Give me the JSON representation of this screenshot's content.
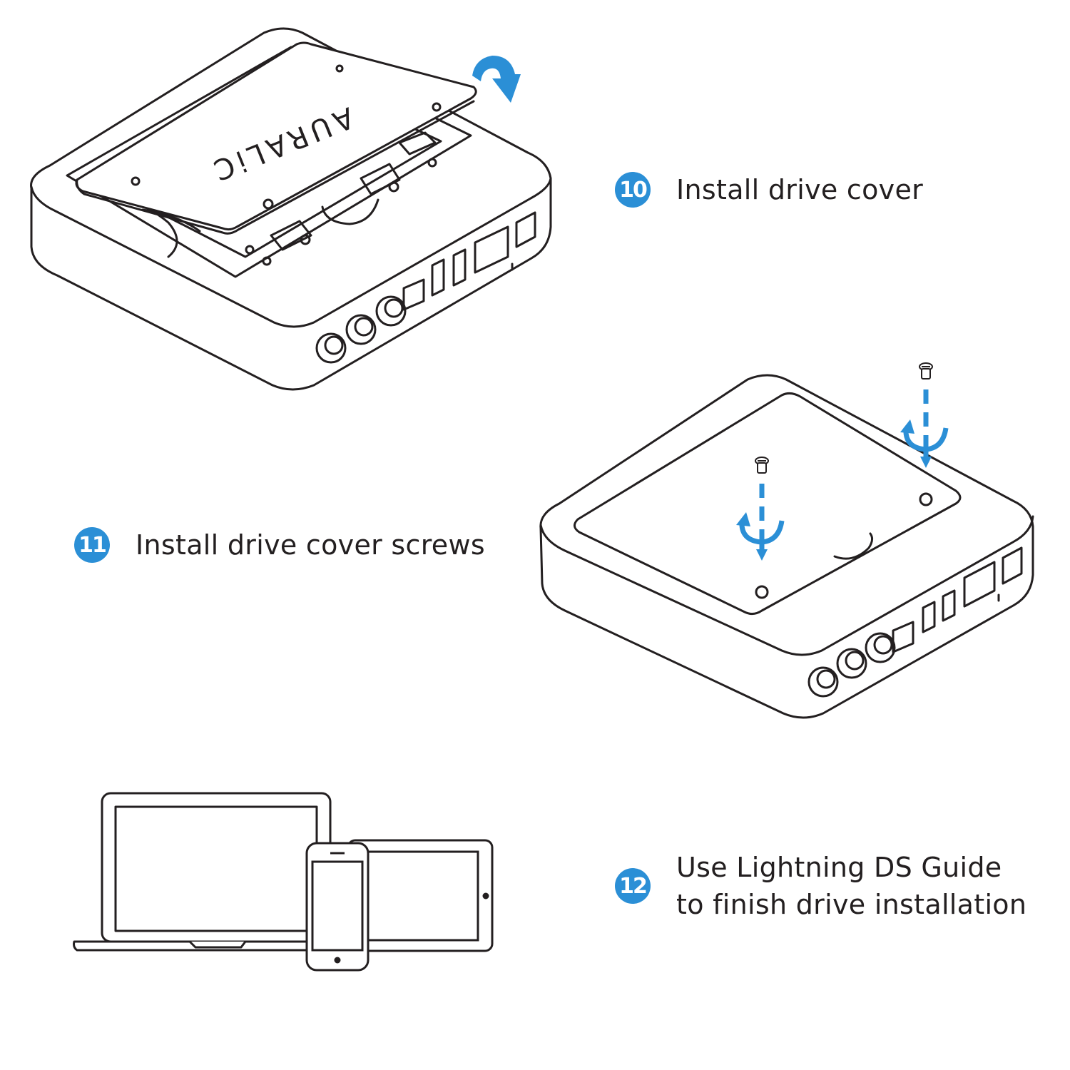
{
  "steps": [
    {
      "number": "10",
      "text": "Install drive cover"
    },
    {
      "number": "11",
      "text": "Install drive cover screws"
    },
    {
      "number": "12",
      "lines": [
        "Use Lightning DS Guide",
        "to finish drive installation"
      ]
    }
  ],
  "brand_logo": "AURALiC",
  "colors": {
    "accent": "#2b8fd6",
    "line": "#231f20",
    "background": "#ffffff"
  },
  "icons": [
    "rotate-arrow-icon",
    "screw-icon",
    "screw-down-arrow-icon",
    "laptop-icon",
    "tablet-icon",
    "phone-icon"
  ]
}
